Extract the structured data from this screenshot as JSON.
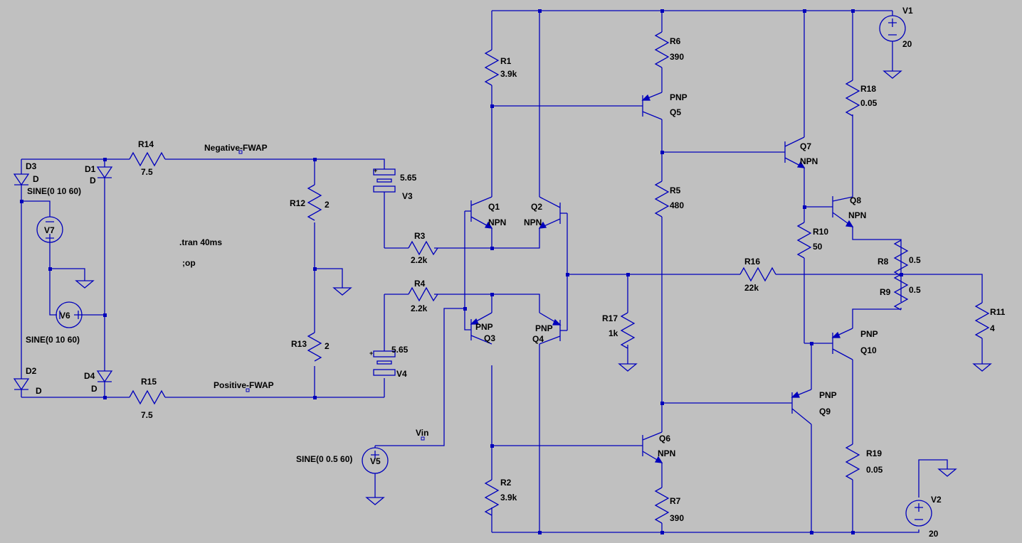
{
  "components": {
    "V1": {
      "ref": "V1",
      "value": "20"
    },
    "V2": {
      "ref": "V2",
      "value": "20"
    },
    "V3": {
      "ref": "V3",
      "value": "5.65"
    },
    "V4": {
      "ref": "V4",
      "value": "5.65"
    },
    "V5": {
      "ref": "V5",
      "value": "SINE(0 0.5 60)"
    },
    "V6": {
      "ref": "V6",
      "value": "SINE(0 10 60)"
    },
    "V7": {
      "ref": "V7",
      "value": "SINE(0 10 60)"
    },
    "R1": {
      "ref": "R1",
      "value": "3.9k"
    },
    "R2": {
      "ref": "R2",
      "value": "3.9k"
    },
    "R3": {
      "ref": "R3",
      "value": "2.2k"
    },
    "R4": {
      "ref": "R4",
      "value": "2.2k"
    },
    "R5": {
      "ref": "R5",
      "value": "480"
    },
    "R6": {
      "ref": "R6",
      "value": "390"
    },
    "R7": {
      "ref": "R7",
      "value": "390"
    },
    "R8": {
      "ref": "R8",
      "value": "0.5"
    },
    "R9": {
      "ref": "R9",
      "value": "0.5"
    },
    "R10": {
      "ref": "R10",
      "value": "50"
    },
    "R11": {
      "ref": "R11",
      "value": "4"
    },
    "R12": {
      "ref": "R12",
      "value": "2"
    },
    "R13": {
      "ref": "R13",
      "value": "2"
    },
    "R14": {
      "ref": "R14",
      "value": "7.5"
    },
    "R15": {
      "ref": "R15",
      "value": "7.5"
    },
    "R16": {
      "ref": "R16",
      "value": "22k"
    },
    "R17": {
      "ref": "R17",
      "value": "1k"
    },
    "R18": {
      "ref": "R18",
      "value": "0.05"
    },
    "R19": {
      "ref": "R19",
      "value": "0.05"
    },
    "Q1": {
      "ref": "Q1",
      "value": "NPN"
    },
    "Q2": {
      "ref": "Q2",
      "value": "NPN"
    },
    "Q3": {
      "ref": "Q3",
      "value": "PNP"
    },
    "Q4": {
      "ref": "Q4",
      "value": "PNP"
    },
    "Q5": {
      "ref": "Q5",
      "value": "PNP"
    },
    "Q6": {
      "ref": "Q6",
      "value": "NPN"
    },
    "Q7": {
      "ref": "Q7",
      "value": "NPN"
    },
    "Q8": {
      "ref": "Q8",
      "value": "NPN"
    },
    "Q9": {
      "ref": "Q9",
      "value": "PNP"
    },
    "Q10": {
      "ref": "Q10",
      "value": "PNP"
    },
    "D1": {
      "ref": "D1",
      "value": "D"
    },
    "D2": {
      "ref": "D2",
      "value": "D"
    },
    "D3": {
      "ref": "D3",
      "value": "D"
    },
    "D4": {
      "ref": "D4",
      "value": "D"
    }
  },
  "net_labels": {
    "negative_fwap": "Negative-FWAP",
    "positive_fwap": "Positive-FWAP",
    "vin": "Vin"
  },
  "directives": {
    "tran": ".tran 40ms",
    "op": ";op"
  },
  "colors": {
    "background": "#c0c0c0",
    "wire": "#0000bb",
    "text": "#000000"
  }
}
